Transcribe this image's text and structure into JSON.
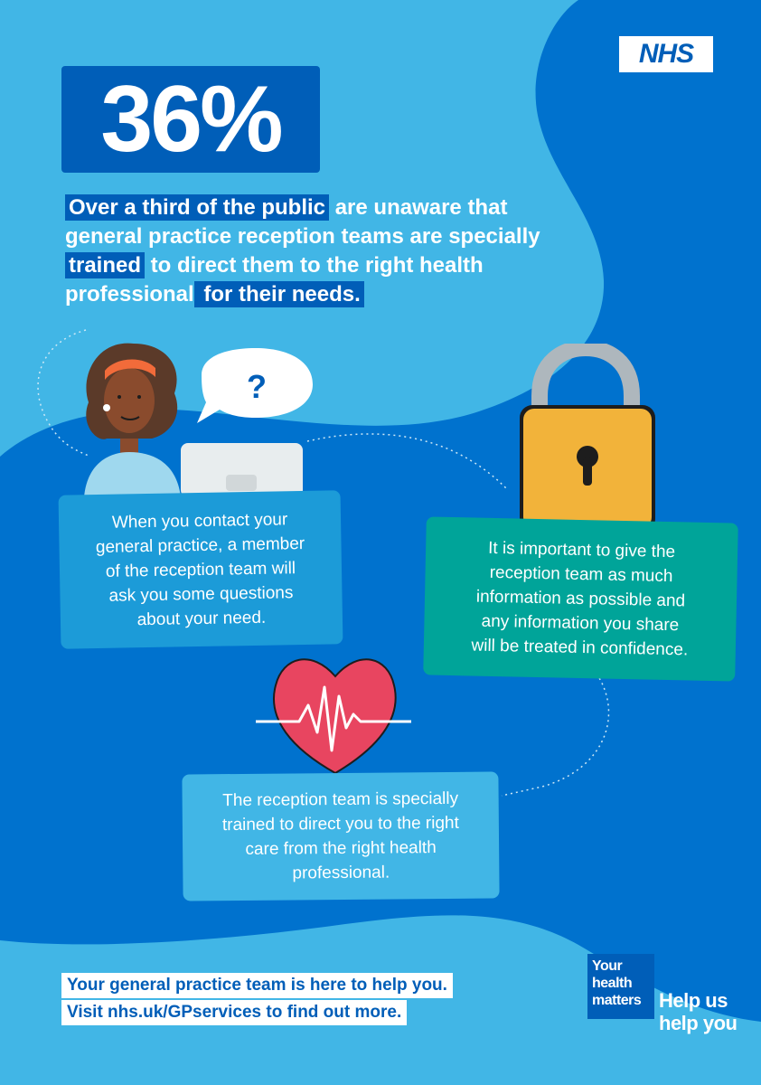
{
  "brand": {
    "nhs_logo_text": "NHS",
    "colors": {
      "nhs_blue": "#005eb8",
      "light_blue": "#41b6e6",
      "mid_blue": "#0072ce",
      "teal": "#00a499",
      "white": "#ffffff"
    }
  },
  "stat": {
    "value": "36%"
  },
  "headline": {
    "segments": [
      {
        "text": "Over a third of the public",
        "highlight": true
      },
      {
        "text": " are unaware that general practice reception teams are specially ",
        "highlight": false
      },
      {
        "text": "trained",
        "highlight": true
      },
      {
        "text": " to direct them to the right health professional",
        "highlight": false
      },
      {
        "text": " for their needs.",
        "highlight": true
      }
    ]
  },
  "illustrations": {
    "receptionist": {
      "icon": "receptionist-icon",
      "speech_bubble_text": "?"
    },
    "padlock": {
      "icon": "padlock-icon"
    },
    "heart": {
      "icon": "heart-pulse-icon"
    }
  },
  "panels": [
    {
      "lines": [
        "When you contact your",
        "general practice, a member",
        "of the reception team will",
        "ask you some questions",
        "about your need."
      ]
    },
    {
      "lines": [
        "It is important to give the",
        "reception team as much",
        "information as possible and",
        "any information you share",
        "will be treated in confidence."
      ]
    },
    {
      "lines": [
        "The reception team is specially",
        "trained to direct you to the right",
        "care from the right health",
        "professional."
      ]
    }
  ],
  "cta": {
    "lines": [
      "Your general practice team is here to help you.",
      "Visit nhs.uk/GPservices to find out more."
    ]
  },
  "campaign": {
    "badge_lines": [
      "Your",
      "health",
      "matters"
    ],
    "tagline_lines": [
      "Help us",
      "help you"
    ]
  }
}
